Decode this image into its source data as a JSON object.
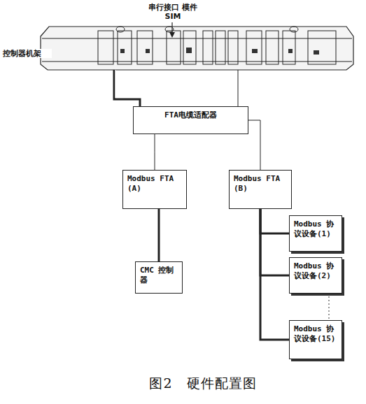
{
  "diagram": {
    "caption": "图2　硬件配置图",
    "nodes": [
      {
        "text": [
          "FTA电缆适配器"
        ]
      },
      {
        "text": [
          "Modbus FTA(A)"
        ]
      },
      {
        "text": [
          "Modbus FTA(B)"
        ]
      },
      {
        "text": [
          "CMC 控制器"
        ]
      },
      {
        "text": [
          "Modbus 协议设备(1)"
        ]
      },
      {
        "text": [
          "Modbus 协议设备(2)"
        ]
      },
      {
        "text": [
          "Modbus 协议设备(15)"
        ]
      }
    ],
    "edges": [
      {
        "from": 0,
        "to": 1,
        "arrow": "none"
      },
      {
        "from": 0,
        "to": 2,
        "arrow": "none"
      },
      {
        "from": 1,
        "to": 3,
        "arrow": "none"
      },
      {
        "from": 2,
        "to": 4,
        "arrow": "none"
      },
      {
        "from": 2,
        "to": 5,
        "arrow": "none"
      },
      {
        "from": 2,
        "to": 6,
        "arrow": "none"
      }
    ],
    "labels": [
      "串行接口 模件SIM",
      "控制器机架"
    ]
  }
}
